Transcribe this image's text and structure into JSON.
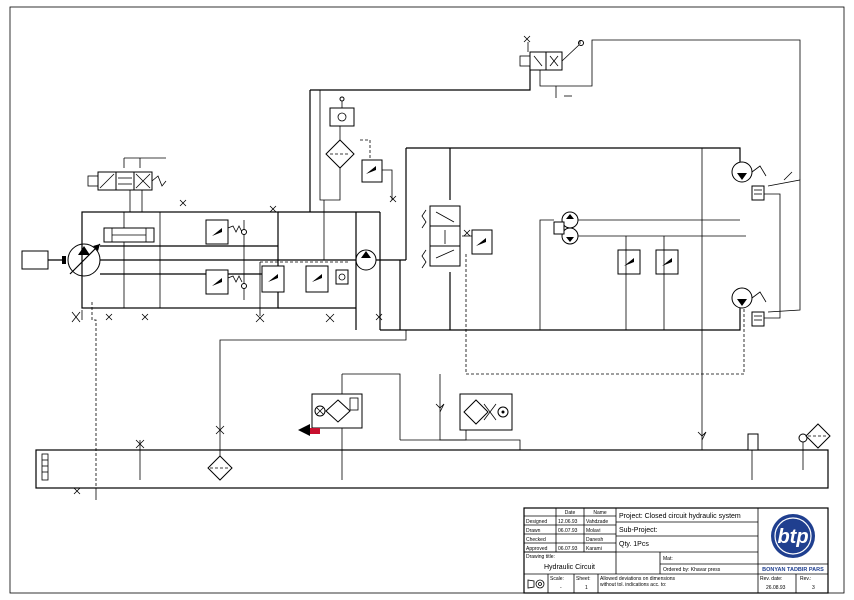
{
  "title_block": {
    "col_date": "Date",
    "col_name": "Name",
    "rows": [
      {
        "label": "Designed",
        "date": "12.06.93",
        "name": "Vahdzade"
      },
      {
        "label": "Drawn",
        "date": "06.07.93",
        "name": "Molavi"
      },
      {
        "label": "Checked",
        "date": "",
        "name": "Danesh"
      },
      {
        "label": "Approved",
        "date": "06.07.93",
        "name": "Karami"
      }
    ],
    "project": "Project: Closed circuit hydraulic system",
    "sub_project": "Sub-Project:",
    "qty": "Qty. 1Pcs",
    "drawing_title_label": "Drawing title:",
    "drawing_title": "Hydraulic Circuit",
    "mat": "Mat:",
    "ordered_by": "Ordered by: Khavar press",
    "scale_label": "Scale:",
    "scale_value": "-",
    "sheet_label": "Sheet:",
    "sheet_value": "1",
    "tolerance_note_1": "Allowed deviations on dimensions",
    "tolerance_note_2": "without tol. indications acc. to:",
    "rev_date_label": "Rev. date:",
    "rev_date_value": "26.08.93",
    "rev_label": "Rev.:",
    "rev_value": "3",
    "logo_text": "btp",
    "company": "BONYAN TADBIR PARS",
    "text_color": "#000000",
    "accent_color": "#c8102e",
    "logo_color": "#1f3f8f"
  }
}
